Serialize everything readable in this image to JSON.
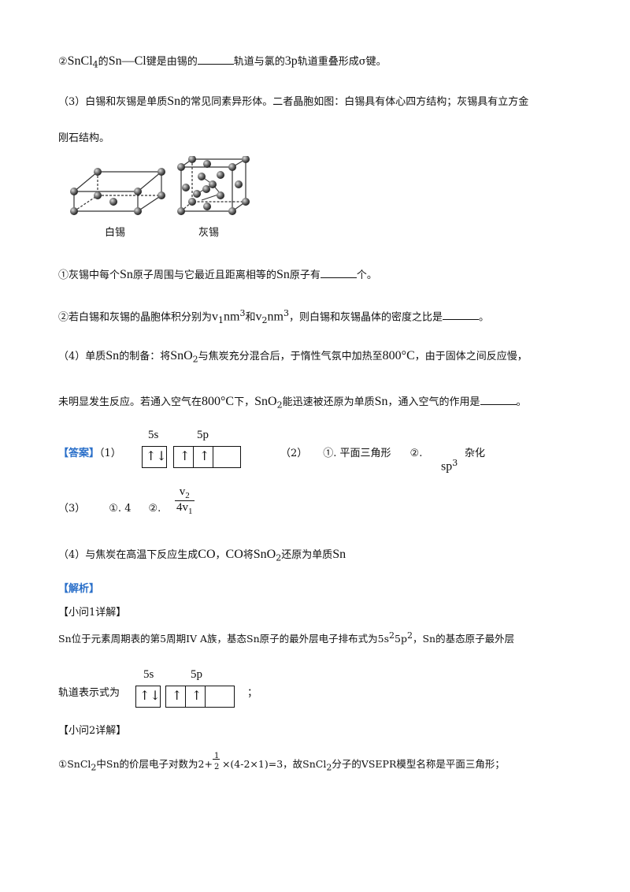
{
  "l1": {
    "a": "②",
    "b": "SnCl",
    "b4": "4",
    "c": "的",
    "d": "Sn—Cl",
    "e": "键是由锡的",
    "f": "轨道与氯的",
    "g": "3p",
    "h": "轨道重叠形成σ键。"
  },
  "l2": {
    "a": "（3）白锡和灰锡是单质",
    "b": "Sn",
    "c": "的常见同素异形体。二者晶胞如图：白锡具有体心四方结构；灰锡具有立方金"
  },
  "l3": "刚石结构。",
  "fig": {
    "white": "白锡",
    "gray": "灰锡"
  },
  "l4": {
    "a": "①灰锡中每个",
    "b": "Sn",
    "c": "原子周围与它最近且距离相等的",
    "d": "Sn",
    "e": "原子有",
    "f": "个。"
  },
  "l5": {
    "a": "②若白锡和灰锡的晶胞体积分别为",
    "v1": "v",
    "v1s": "1",
    "nm": "nm",
    "e3": "3",
    "and": "和",
    "v2": "v",
    "v2s": "2",
    "nm2": "nm",
    "e3b": "3",
    "b": "，则白锡和灰锡晶体的密度之比是",
    "c": "。"
  },
  "l6": {
    "a": "（4）单质",
    "b": "Sn",
    "c": "的制备：将",
    "d": "SnO",
    "d2": "2",
    "e": "与焦炭充分混合后，于惰性气氛中加热至",
    "f": "800°C",
    "g": "，由于固体之间反应慢，"
  },
  "l7": {
    "a": "未明显发生反应。若通入空气在",
    "b": "800°C",
    "c": "下，",
    "d": "SnO",
    "d2": "2",
    "e": "能迅速被还原为单质",
    "f": "Sn",
    "g": "，通入空气的作用是",
    "h": "。"
  },
  "ans": {
    "tag": "【答案】",
    "p1": "（1）",
    "s5": "5s",
    "p5": "5p",
    "p2": "（2）",
    "p2a": "①. 平面三角形",
    "p2b": "②.",
    "sp": "sp",
    "sp3": "3",
    "hyb": "杂化"
  },
  "ans3": {
    "p": "（3）",
    "a": "①. 4",
    "b": "②.",
    "num": "v",
    "nums": "2",
    "den": "4v",
    "dens": "1"
  },
  "ans4": {
    "a": "（4）与焦炭在高温下反应生成",
    "co1": "CO",
    "c": "，",
    "co2": "CO",
    "d": "将",
    "sno": "SnO",
    "sno2": "2",
    "e": "还原为单质",
    "sn": "Sn"
  },
  "jx": "【解析】",
  "q1": "【小问1详解】",
  "q1t": {
    "a": "Sn位于元素周期表的第5周期IV A族，基态Sn原子的最外层电子排布式为5s",
    "s2": "2",
    "b": "5p",
    "p2": "2",
    "c": "，Sn的基态原子最外层"
  },
  "q1o": {
    "a": "轨道表示式为",
    "s5": "5s",
    "p5": "5p",
    "end": "；"
  },
  "q2": "【小问2详解】",
  "q2t": {
    "a": "①SnCl",
    "a2": "2",
    "b": "中Sn的价层电子对数为2+",
    "n": "1",
    "d": "2",
    "c": "×(4-2×1)=3，故SnCl",
    "c2": "2",
    "e": "分子的VSEPR模型名称是平面三角形；"
  }
}
